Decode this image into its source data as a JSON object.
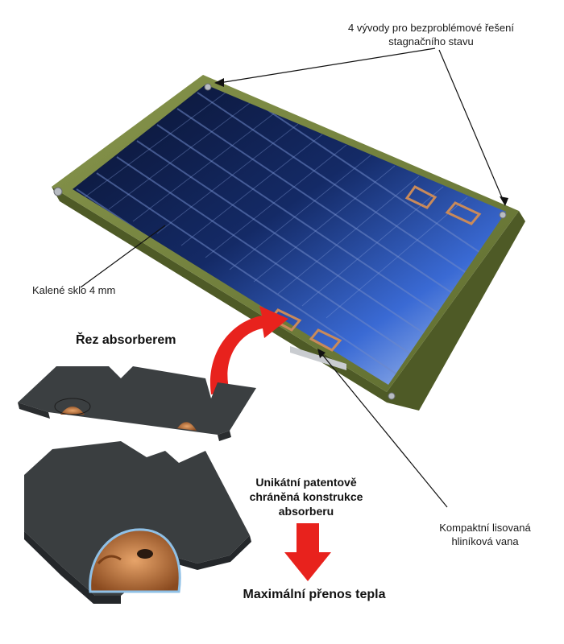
{
  "labels": {
    "outlets_line1": "4 vývody pro bezproblémové řešení",
    "outlets_line2": "stagnačního stavu",
    "glass": "Kalené sklo 4 mm",
    "cross_section": "Řez absorberem",
    "construction_line1": "Unikátní patentově",
    "construction_line2": "chráněná konstrukce",
    "construction_line3": "absorberu",
    "tray_line1": "Kompaktní lisovaná",
    "tray_line2": "hliníková vana",
    "heat_transfer": "Maximální přenos tepla"
  },
  "colors": {
    "frame": "#6f7e3c",
    "glass_dark": "#0b1736",
    "glass_light": "#3f6fd6",
    "absorber": "#3b3f41",
    "copper": "#b36a35",
    "accent_red": "#e8221d"
  }
}
